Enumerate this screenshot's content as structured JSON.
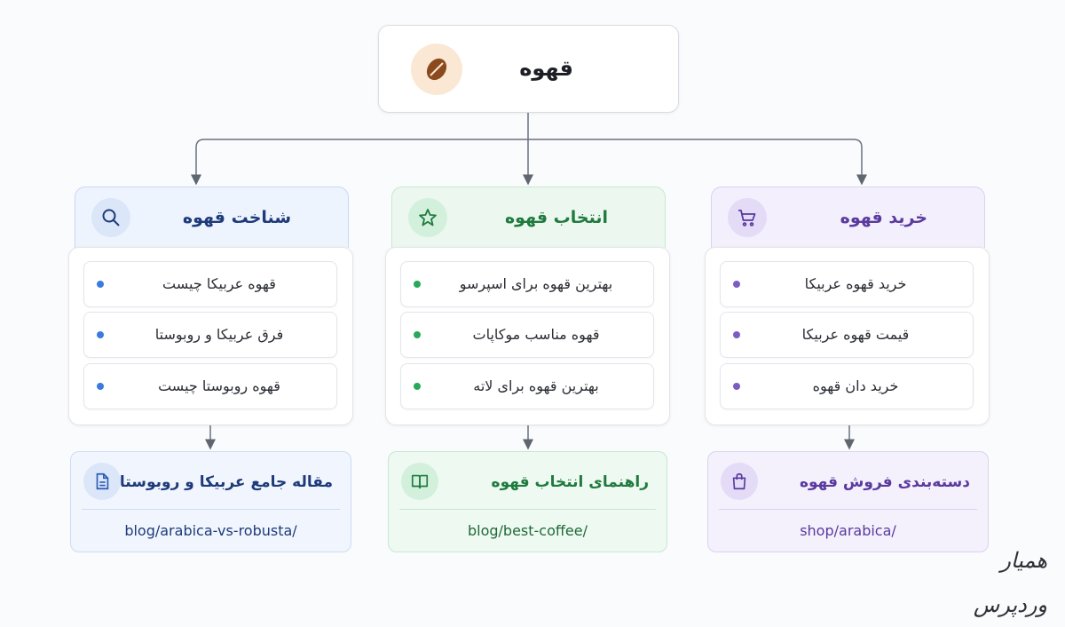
{
  "root": {
    "title": "قهوه",
    "icon": "coffee-bean-icon"
  },
  "columns": [
    {
      "key": "learn",
      "title": "شناخت قهوه",
      "icon": "search-icon",
      "color": "#1e3a7a",
      "accent": "#3b7be0",
      "items": [
        "قهوه عربیکا چیست",
        "فرق عربیکا و روبوستا",
        "قهوه روبوستا چیست"
      ],
      "page": {
        "title": "مقاله جامع عربیکا و روبوستا",
        "url": "blog/arabica-vs-robusta/",
        "icon": "document-icon"
      }
    },
    {
      "key": "choose",
      "title": "انتخاب قهوه",
      "icon": "star-icon",
      "color": "#1f7a3e",
      "accent": "#27a95a",
      "items": [
        "بهترین قهوه برای اسپرسو",
        "قهوه مناسب موکاپات",
        "بهترین قهوه برای لاته"
      ],
      "page": {
        "title": "راهنمای انتخاب قهوه",
        "url": "blog/best-coffee/",
        "icon": "book-icon"
      }
    },
    {
      "key": "buy",
      "title": "خرید قهوه",
      "icon": "cart-icon",
      "color": "#5a3a9e",
      "accent": "#7c5cc4",
      "items": [
        "خرید قهوه عربیکا",
        "قیمت قهوه عربیکا",
        "خرید دان قهوه"
      ],
      "page": {
        "title": "دسته‌بندی فروش قهوه",
        "url": "shop/arabica/",
        "icon": "shopping-bag-icon"
      }
    }
  ],
  "logo": {
    "text": "همیار وردپرس"
  }
}
